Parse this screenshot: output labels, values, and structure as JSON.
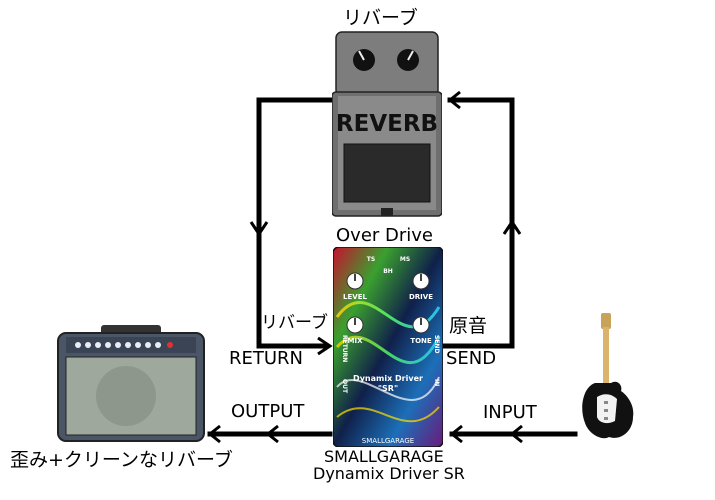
{
  "labels": {
    "reverb_title": "リバーブ",
    "reverb_pedal_text": "REVERB",
    "overdrive_title": "Over Drive",
    "return_jp": "リバーブ",
    "return_en": "RETURN",
    "send_jp": "原音",
    "send_en": "SEND",
    "output": "OUTPUT",
    "input": "INPUT",
    "result": "歪み+クリーンなリバーブ",
    "brand": "SMALLGARAGE",
    "model": "Dynamix Driver SR"
  },
  "pedal": {
    "switch_ts": "TS",
    "switch_ms": "MS",
    "switch_bh": "BH",
    "knob_level": "LEVEL",
    "knob_drive": "DRIVE",
    "knob_mix": "MIX",
    "knob_tone": "TONE",
    "jack_send": "SEND",
    "jack_return": "RETURN",
    "jack_out": "OUT",
    "jack_in": "IN",
    "name_line1": "Dynamix Driver",
    "name_line2": "\"SR\"",
    "brand_small": "SMALLGARAGE"
  },
  "colors": {
    "reverb_body": "#7d7d7d",
    "amp_body": "#4a5566",
    "amp_grille": "#9ea89c",
    "wire": "#000000"
  }
}
